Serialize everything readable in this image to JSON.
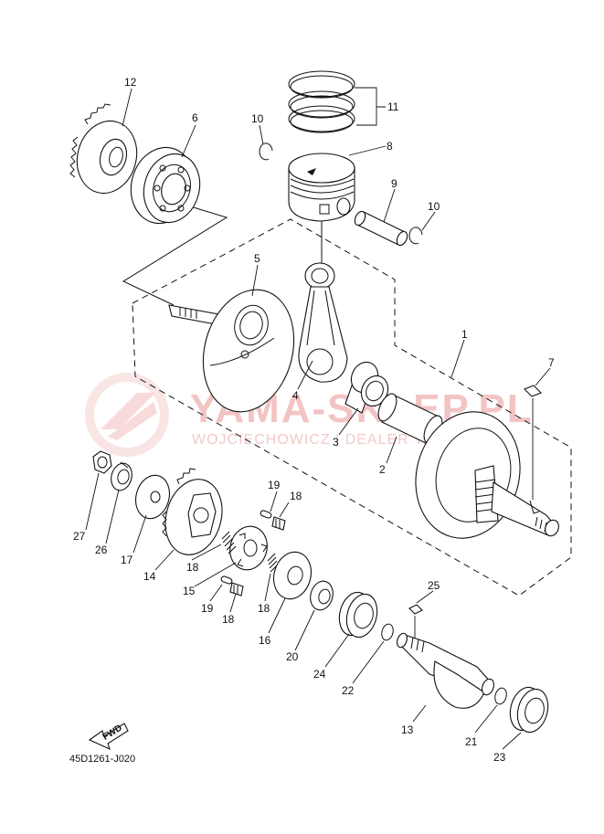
{
  "diagram": {
    "part_code": "45D1261-J020",
    "fwd_label": "FWD",
    "watermark": {
      "brand": "YAMA-SKLEP.PL",
      "tagline": "WOJCIECHOWICZ | DEALER YAMAHA"
    },
    "labels": {
      "l1": "1",
      "l2": "2",
      "l3": "3",
      "l4": "4",
      "l5": "5",
      "l6": "6",
      "l7": "7",
      "l8": "8",
      "l9": "9",
      "l10a": "10",
      "l10b": "10",
      "l11": "11",
      "l12": "12",
      "l13": "13",
      "l14": "14",
      "l15": "15",
      "l16": "16",
      "l17": "17",
      "l18a": "18",
      "l18b": "18",
      "l18c": "18",
      "l18d": "18",
      "l19a": "19",
      "l19b": "19",
      "l20": "20",
      "l21": "21",
      "l22": "22",
      "l23": "23",
      "l24": "24",
      "l25": "25",
      "l26": "26",
      "l27": "27"
    },
    "colors": {
      "line": "#111111",
      "watermark": "#f3c4c4"
    }
  }
}
